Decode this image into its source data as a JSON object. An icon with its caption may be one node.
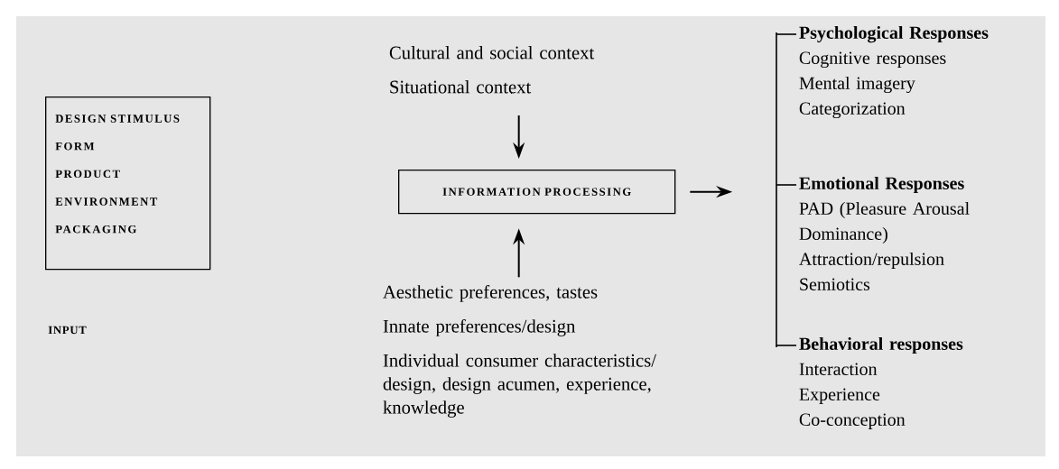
{
  "diagram": {
    "nodes": [
      {
        "text": [
          "DESIGN STIMULUS",
          "FORM",
          "PRODUCT",
          "ENVIRONMENT",
          "PACKAGING"
        ]
      },
      {
        "text": [
          "Cultural and social context",
          "Situational context"
        ]
      },
      {
        "text": [
          "INFORMATION PROCESSING"
        ]
      },
      {
        "text": [
          "Aesthetic preferences, tastes",
          "Innate preferences/design",
          "Individual consumer characteristics/ design, design acumen, experience, knowledge"
        ]
      },
      {
        "text": [],
        "shape": "bar"
      },
      {
        "text": [
          "Psychological Responses",
          "Cognitive responses",
          "Mental imagery",
          "Categorization"
        ]
      },
      {
        "text": [
          "Emotional Responses",
          "PAD (Pleasure Arousal Dominance)",
          "Attraction/repulsion",
          "Semiotics"
        ]
      },
      {
        "text": [
          "Behavioral responses",
          "Interaction",
          "Experience",
          "Co-conception"
        ]
      }
    ],
    "edges": [
      {
        "from": 1,
        "to": 2,
        "arrow": "to"
      },
      {
        "from": 3,
        "to": 2,
        "arrow": "to"
      },
      {
        "from": 2,
        "to": 4,
        "arrow": "to"
      },
      {
        "from": 4,
        "to": 5,
        "arrow": "none"
      },
      {
        "from": 4,
        "to": 6,
        "arrow": "none"
      },
      {
        "from": 4,
        "to": 7,
        "arrow": "none"
      }
    ],
    "labels": [
      "INPUT"
    ]
  }
}
